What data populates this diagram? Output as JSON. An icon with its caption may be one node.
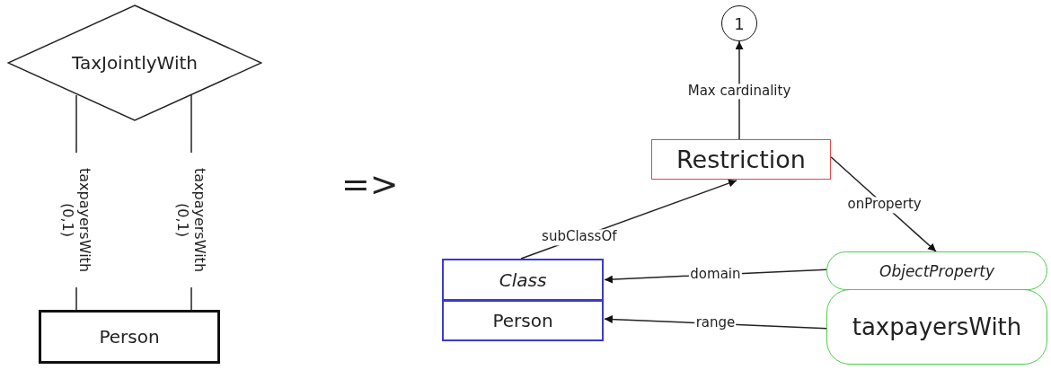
{
  "diagram": {
    "nodes": [
      {
        "text": [
          "TaxJointlyWith"
        ]
      },
      {
        "text": [
          "Person"
        ]
      },
      {
        "text": [
          "1"
        ]
      },
      {
        "text": [
          "Restriction"
        ]
      },
      {
        "text": [
          "Class"
        ]
      },
      {
        "text": [
          "Person"
        ]
      },
      {
        "text": [
          "ObjectProperty"
        ]
      },
      {
        "text": [
          "taxpayersWith"
        ]
      }
    ],
    "edges": [
      {
        "from": 0,
        "to": 1,
        "arrow": "none",
        "label": "taxpayersWith (0,1)"
      },
      {
        "from": 0,
        "to": 1,
        "arrow": "none",
        "label": "taxpayersWith (0,1)"
      },
      {
        "from": 3,
        "to": 2,
        "arrow": "to",
        "label": "Max cardinality"
      },
      {
        "from": 4,
        "to": 3,
        "arrow": "to",
        "label": "subClassOf"
      },
      {
        "from": 3,
        "to": 6,
        "arrow": "to",
        "label": "onProperty"
      },
      {
        "from": 6,
        "to": 4,
        "arrow": "to",
        "label": "domain"
      },
      {
        "from": 7,
        "to": 5,
        "arrow": "to",
        "label": "range"
      }
    ],
    "labels": [
      "=>"
    ]
  }
}
